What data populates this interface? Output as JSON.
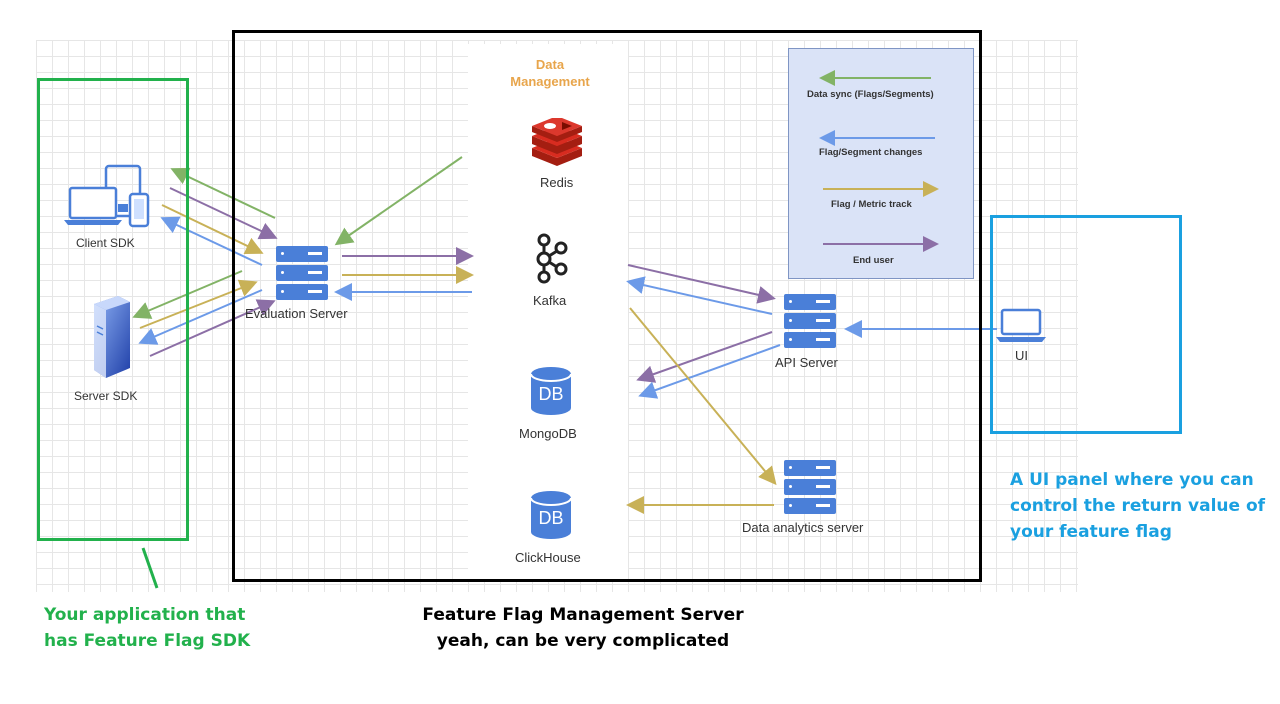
{
  "diagram": {
    "data_management_title": "Data\nManagement",
    "nodes": {
      "client_sdk": "Client SDK",
      "server_sdk": "Server SDK",
      "evaluation_server": "Evaluation Server",
      "redis": "Redis",
      "kafka": "Kafka",
      "mongodb": "MongoDB",
      "clickhouse": "ClickHouse",
      "api_server": "API Server",
      "data_analytics_server": "Data analytics server",
      "ui": "UI"
    },
    "db_icon_text": "DB",
    "legend": [
      {
        "label": "Data sync (Flags/Segments)",
        "color": "#82b366"
      },
      {
        "label": "Flag/Segment changes",
        "color": "#6c9ae8"
      },
      {
        "label": "Flag / Metric track",
        "color": "#c8b157"
      },
      {
        "label": "End user",
        "color": "#8c6fa6"
      }
    ]
  },
  "annotations": {
    "app_caption": "Your application that\nhas Feature Flag SDK",
    "server_caption": "Feature Flag Management Server\nyeah, can be very complicated",
    "ui_caption": "A UI panel where you can\ncontrol the return value of\nyour feature flag"
  },
  "colors": {
    "app_box": "#22b14c",
    "ui_box": "#1aa0e0",
    "server_box": "#000000",
    "data_mgmt_title": "#e8a54b"
  }
}
